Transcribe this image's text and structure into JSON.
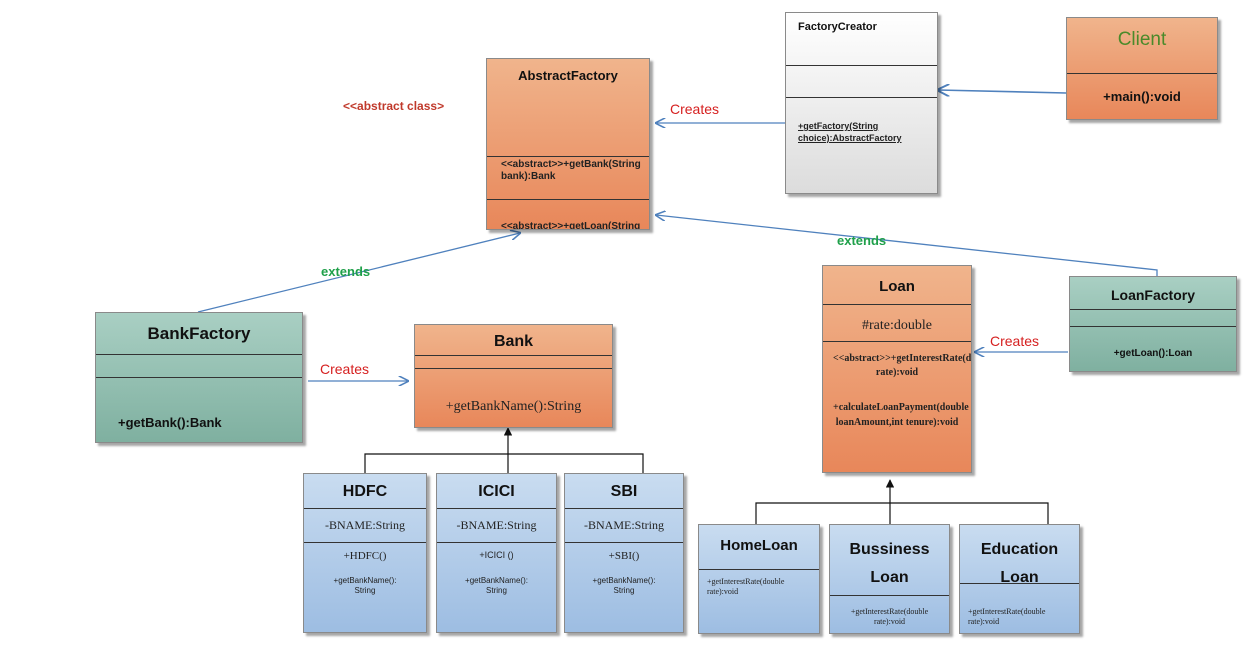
{
  "annotations": {
    "abstract_class_tag": "<<abstract class>",
    "creates_label": "Creates",
    "extends_label": "extends"
  },
  "abstract_factory": {
    "name": "AbstractFactory",
    "method1": "<<abstract>>+getBank(String bank):Bank",
    "method2": "<<abstract>>+getLoan(String loan):Loan"
  },
  "factory_creator": {
    "name": "FactoryCreator",
    "method": "+getFactory(String choice):AbstractFactory"
  },
  "client": {
    "name": "Client",
    "method": "+main():void"
  },
  "bank_factory": {
    "name": "BankFactory",
    "method": "+getBank():Bank"
  },
  "bank": {
    "name": "Bank",
    "method": "+getBankName():String"
  },
  "loan": {
    "name": "Loan",
    "attribute": "#rate:double",
    "method1": "<<abstract>>+getInterestRate(double rate):void",
    "method2": "+calculateLoanPayment(double loanAmount,int tenure):void"
  },
  "loan_factory": {
    "name": "LoanFactory",
    "method": "+getLoan():Loan"
  },
  "banks": [
    {
      "name": "HDFC",
      "attribute": "-BNAME:String",
      "constructor": "+HDFC()",
      "method": "+getBankName(): String"
    },
    {
      "name": "ICICI",
      "attribute": "-BNAME:String",
      "constructor": "+ICICI ()",
      "method": "+getBankName(): String"
    },
    {
      "name": "SBI",
      "attribute": "-BNAME:String",
      "constructor": "+SBI()",
      "method": "+getBankName(): String"
    }
  ],
  "loans": [
    {
      "name": "HomeLoan",
      "method": "+getInterestRate(double rate):void"
    },
    {
      "name": "Bussiness Loan",
      "method": "+getInterestRate(double rate):void"
    },
    {
      "name": "Education Loan",
      "method": "+getInterestRate(double rate):void"
    }
  ],
  "colors": {
    "class_box": "#e8875a",
    "factory_box": "#7fb0a0",
    "subclass_box": "#9dbde2",
    "creator_box": "#dcdcdc",
    "creates_text": "#d62020",
    "extends_text": "#1fa04a",
    "client_title": "#4a8a2a"
  }
}
